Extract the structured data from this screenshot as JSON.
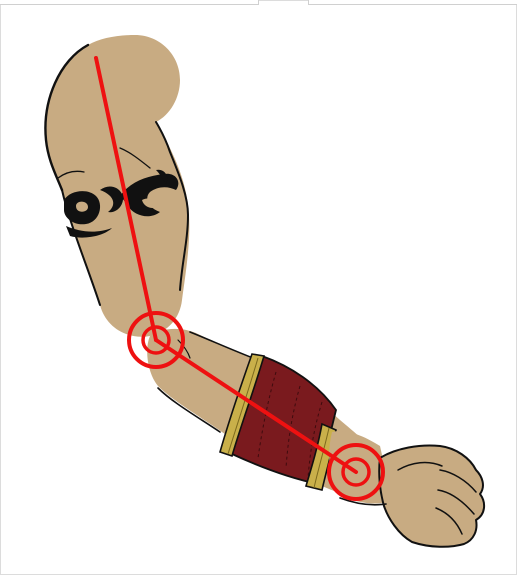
{
  "illustration": {
    "subject": "rigged-arm-drawing",
    "colors": {
      "skin": "#c8ab82",
      "outline": "#111111",
      "tattoo": "#111111",
      "bracer": "#7a1a1e",
      "bracer_trim": "#c9b04a",
      "bone": "#ee1111",
      "joint": "#ee1111"
    },
    "bones": [
      "upper-arm-bone",
      "forearm-bone"
    ],
    "joints": [
      "elbow-joint",
      "wrist-joint"
    ]
  }
}
